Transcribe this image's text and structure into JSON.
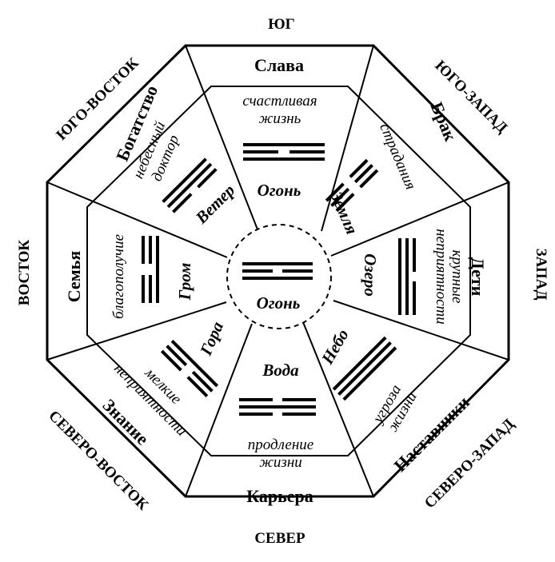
{
  "directions": {
    "south": "ЮГ",
    "southwest": "ЮГО-ЗАПАД",
    "west": "ЗАПАД",
    "northwest": "СЕВЕРО-ЗАПАД",
    "north": "СЕВЕР",
    "northeast": "СЕВЕРО-ВОСТОК",
    "east": "ВОСТОК",
    "southeast": "ЮГО-ВОСТОК"
  },
  "sectors": [
    {
      "id": "south",
      "area": "Слава",
      "meaning_lines": [
        "счастливая",
        "жизнь"
      ],
      "element": "Огонь",
      "trigram": [
        1,
        0,
        1
      ]
    },
    {
      "id": "southwest",
      "area": "Брак",
      "meaning_lines": [
        "страдания"
      ],
      "element": "Земля",
      "trigram": [
        0,
        0,
        0
      ]
    },
    {
      "id": "west",
      "area": "Дети",
      "meaning_lines": [
        "крупные",
        "неприятности"
      ],
      "element": "Озеро",
      "trigram": [
        0,
        1,
        1
      ]
    },
    {
      "id": "northwest",
      "area": "Наставники",
      "meaning_lines": [
        "угроза",
        "жизни"
      ],
      "element": "Небо",
      "trigram": [
        1,
        1,
        1
      ]
    },
    {
      "id": "north",
      "area": "Карьера",
      "meaning_lines": [
        "продление",
        "жизни"
      ],
      "element": "Вода",
      "trigram": [
        0,
        1,
        0
      ]
    },
    {
      "id": "northeast",
      "area": "Знание",
      "meaning_lines": [
        "мелкие",
        "неприятности"
      ],
      "element": "Гора",
      "trigram": [
        1,
        0,
        0
      ]
    },
    {
      "id": "east",
      "area": "Семья",
      "meaning_lines": [
        "благополучие"
      ],
      "element": "Гром",
      "trigram": [
        0,
        0,
        1
      ]
    },
    {
      "id": "southeast",
      "area": "Богатство",
      "meaning_lines": [
        "небесный",
        "доктор"
      ],
      "element": "Ветер",
      "trigram": [
        1,
        1,
        0
      ]
    }
  ],
  "centre": {
    "element": "Огонь",
    "trigram": [
      1,
      0,
      1
    ]
  }
}
